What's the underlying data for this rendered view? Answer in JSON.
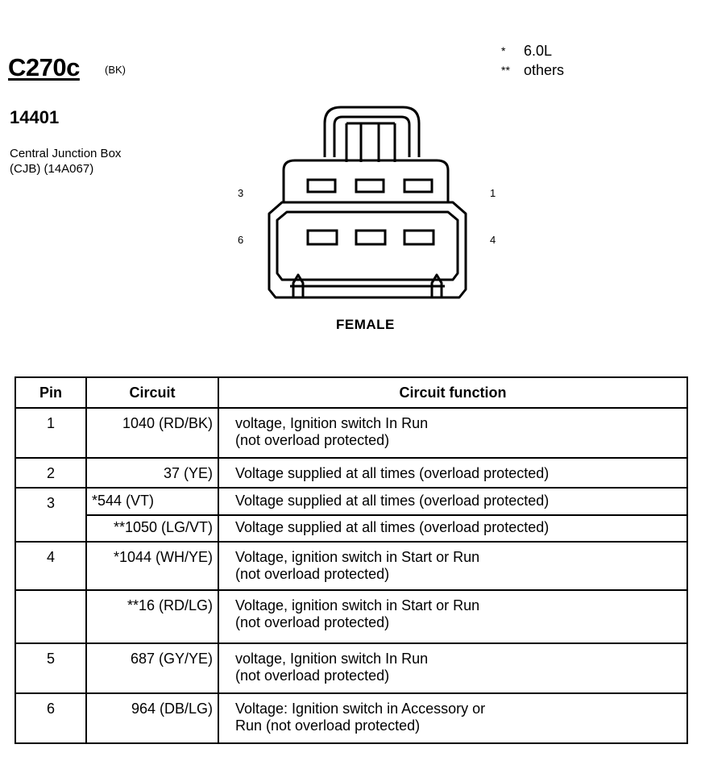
{
  "header": {
    "connector_code": "C270c",
    "connector_color": "(BK)",
    "part_number": "14401",
    "description_line1": "Central Junction Box",
    "description_line2": "(CJB) (14A067)"
  },
  "legend": [
    {
      "symbol": "*",
      "label": "6.0L"
    },
    {
      "symbol": "**",
      "label": "others"
    }
  ],
  "connector_view": {
    "pin_labels": {
      "top_left": "3",
      "top_right": "1",
      "bottom_left": "6",
      "bottom_right": "4"
    },
    "type": "FEMALE"
  },
  "table": {
    "headers": [
      "Pin",
      "Circuit",
      "Circuit function"
    ],
    "rows": [
      {
        "pin": "1",
        "circuit": "1040 (RD/BK)",
        "function_line1": "voltage, Ignition switch In Run",
        "function_line2": "(not overload protected)"
      },
      {
        "pin": "2",
        "circuit": "37 (YE)",
        "function_line1": "Voltage supplied at all times (overload protected)",
        "function_line2": ""
      },
      {
        "pin": "3",
        "circuit": "*544 (VT)",
        "function_line1": "Voltage supplied at all times (overload protected)",
        "function_line2": ""
      },
      {
        "pin": "",
        "circuit": "**1050 (LG/VT)",
        "function_line1": "Voltage supplied at all times (overload protected)",
        "function_line2": ""
      },
      {
        "pin": "4",
        "circuit": "*1044 (WH/YE)",
        "function_line1": "Voltage, ignition switch in Start or Run",
        "function_line2": "(not overload protected)"
      },
      {
        "pin": "",
        "circuit": "**16 (RD/LG)",
        "function_line1": "Voltage, ignition switch in Start or Run",
        "function_line2": "(not overload protected)"
      },
      {
        "pin": "5",
        "circuit": "687 (GY/YE)",
        "function_line1": "voltage, Ignition switch In Run",
        "function_line2": "(not overload protected)"
      },
      {
        "pin": "6",
        "circuit": "964 (DB/LG)",
        "function_line1": "Voltage: Ignition switch in Accessory or",
        "function_line2": "Run (not overload protected)"
      }
    ]
  }
}
